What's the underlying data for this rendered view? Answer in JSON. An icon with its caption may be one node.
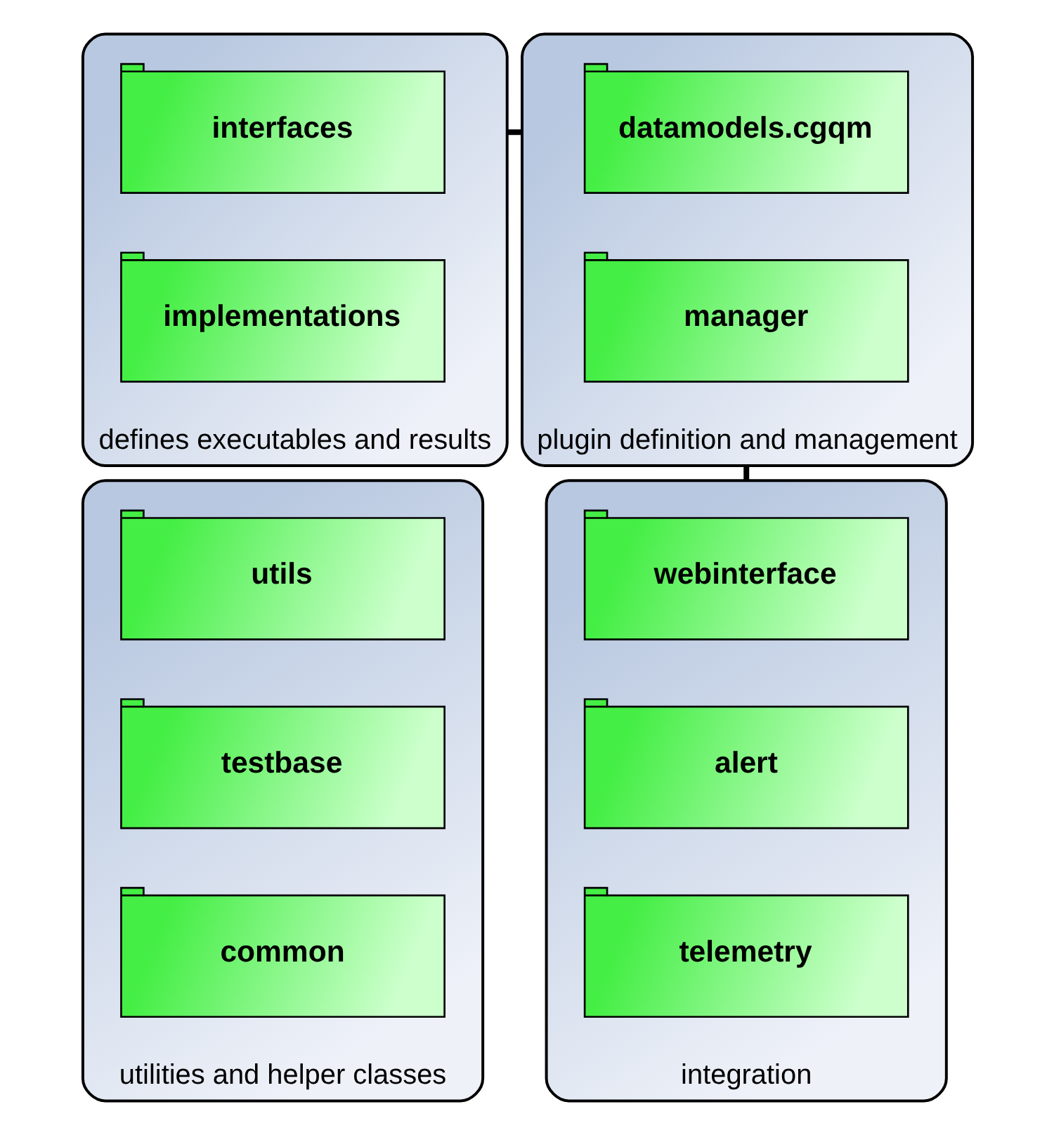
{
  "diagram": {
    "nodes": [
      {
        "text": [
          "defines executables and results"
        ]
      },
      {
        "text": [
          "interfaces"
        ],
        "in": 0
      },
      {
        "text": [
          "implementations"
        ],
        "in": 0
      },
      {
        "text": [
          "plugin definition and management"
        ]
      },
      {
        "text": [
          "datamodels.cgqm"
        ],
        "in": 3
      },
      {
        "text": [
          "manager"
        ],
        "in": 3
      },
      {
        "text": [
          "utilities and helper classes"
        ]
      },
      {
        "text": [
          "utils"
        ],
        "in": 6
      },
      {
        "text": [
          "testbase"
        ],
        "in": 6
      },
      {
        "text": [
          "common"
        ],
        "in": 6
      },
      {
        "text": [
          "integration"
        ]
      },
      {
        "text": [
          "webinterface"
        ],
        "in": 10
      },
      {
        "text": [
          "alert"
        ],
        "in": 10
      },
      {
        "text": [
          "telemetry"
        ],
        "in": 10
      }
    ],
    "edges": [
      {
        "from": 0,
        "to": 3,
        "arrow": "none"
      },
      {
        "from": 3,
        "to": 10,
        "arrow": "none"
      }
    ]
  }
}
